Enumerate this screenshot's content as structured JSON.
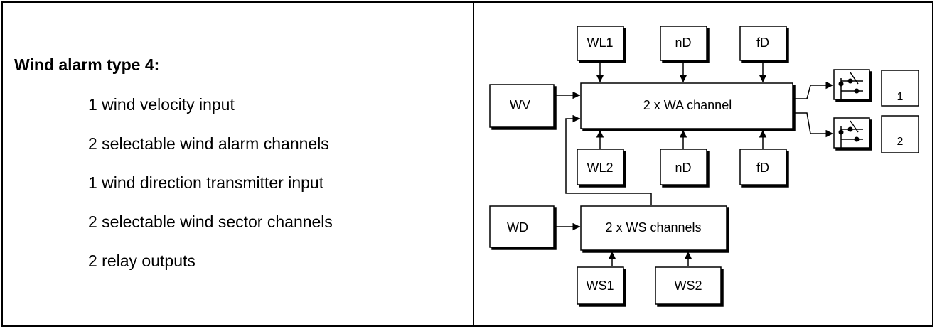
{
  "description": {
    "title": "Wind alarm type 4:",
    "features": [
      "1 wind velocity input",
      "2 selectable wind alarm channels",
      "1 wind direction transmitter input",
      "2 selectable wind sector channels",
      "2 relay outputs"
    ]
  },
  "diagram": {
    "blocks": {
      "wl1": "WL1",
      "nd_top": "nD",
      "fd_top": "fD",
      "wv": "WV",
      "wa_channel": "2 x WA channel",
      "wl2": "WL2",
      "nd_bottom": "nD",
      "fd_bottom": "fD",
      "wd": "WD",
      "ws_channels": "2 x WS channels",
      "ws1": "WS1",
      "ws2": "WS2"
    },
    "outputs": {
      "relay_1": "1",
      "relay_2": "2"
    }
  }
}
